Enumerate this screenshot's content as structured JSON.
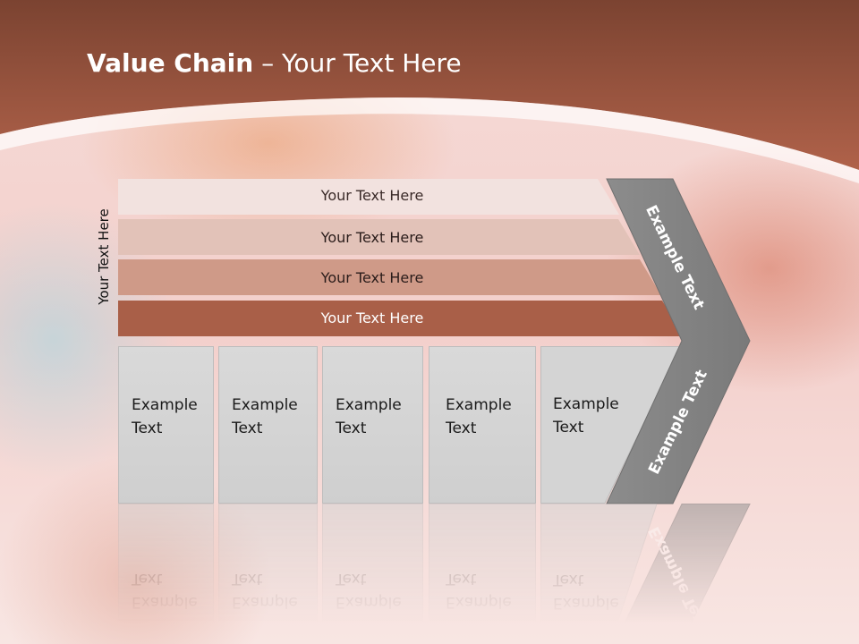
{
  "slide": {
    "title_bold": "Value Chain",
    "title_rest": " – Your Text Here",
    "side_label": "Your Text Here"
  },
  "bars": [
    {
      "label": "Your Text Here",
      "color": "#f2e2df",
      "text_color": "#3a2a28"
    },
    {
      "label": "Your Text Here",
      "color": "#e2c2b8",
      "text_color": "#2a1c1a"
    },
    {
      "label": "Your Text Here",
      "color": "#cf9a88",
      "text_color": "#2a1c1a"
    },
    {
      "label": "Your Text Here",
      "color": "#a95f48",
      "text_color": "#ffffff"
    }
  ],
  "boxes": [
    {
      "line1": "Example",
      "line2": "Text"
    },
    {
      "line1": "Example",
      "line2": "Text"
    },
    {
      "line1": "Example",
      "line2": "Text"
    },
    {
      "line1": "Example",
      "line2": "Text"
    },
    {
      "line1": "Example",
      "line2": "Text"
    }
  ],
  "chevron": {
    "upper_label": "Example Text",
    "lower_label": "Example Text",
    "color": "#8a8a8a"
  },
  "colors": {
    "header": "#a4583f",
    "header_dark": "#7a3f2d"
  }
}
